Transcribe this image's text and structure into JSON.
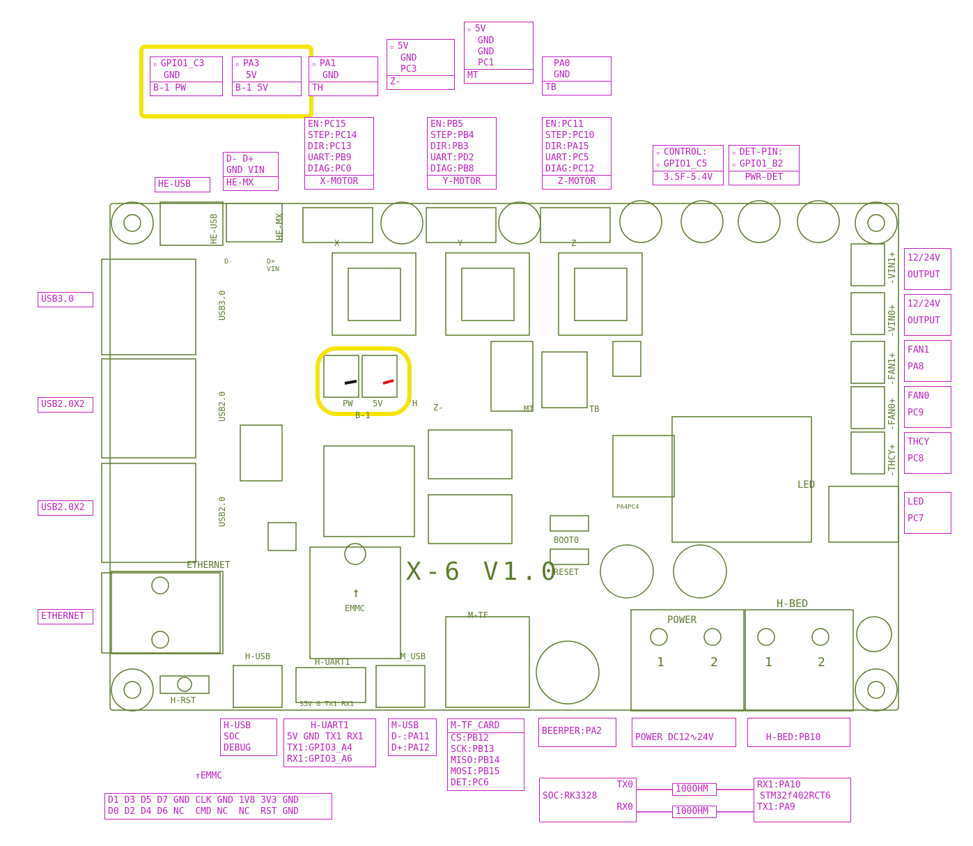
{
  "board": {
    "title": "X-6 V1.0",
    "silk": {
      "he_usb": "HE-USB",
      "he_mx": "HE-MX",
      "usb30": "USB3.0",
      "usb20": "USB2.0",
      "ethernet": "ETHERNET",
      "emmc": "EMMC",
      "m_tf": "M-TF",
      "h_usb": "H-USB",
      "h_uart1": "H-UART1",
      "m_usb": "M_USB",
      "h_rst": "H-RST",
      "boot0": "BOOT0",
      "reset": "RESET",
      "led": "LED",
      "power": "POWER",
      "h_bed": "H-BED",
      "mt": "MT",
      "tb": "TB",
      "pw": "PW",
      "v5": "5V",
      "b1": "B-1",
      "th": "H",
      "z": "Z-",
      "x": "X",
      "y": "Y",
      "zz": "Z",
      "pa4pc4": "PA4PC4",
      "uart_pins": "S5V G TX1 RX1",
      "t1": "1",
      "t2": "2",
      "plus": "+",
      "minus": "-",
      "vin1": "-VIN1+",
      "vin0": "-VIN0+",
      "fan1": "-FAN1+",
      "fan0": "-FAN0+",
      "thcy": "-THCY+",
      "he_d": "D-",
      "he_dp": "D+",
      "he_vin": "VIN",
      "emmc_arrow": "↑"
    }
  },
  "labels": {
    "b1pw": {
      "rows": [
        "GPIO1_C3",
        "GND"
      ],
      "cap": "B-1 PW"
    },
    "b15v": {
      "rows": [
        "PA3",
        "5V"
      ],
      "cap": "B-1 5V"
    },
    "th": {
      "rows": [
        "PA1",
        "GND"
      ],
      "cap": "TH"
    },
    "z": {
      "rows": [
        "5V",
        "GND",
        "PC3"
      ],
      "cap": "Z-"
    },
    "mt": {
      "rows": [
        "5V",
        "GND",
        "GND",
        "PC1"
      ],
      "cap": "MT"
    },
    "tb": {
      "rows": [
        "PA0",
        "GND"
      ],
      "cap": "TB"
    },
    "xmotor": {
      "rows": [
        "EN:PC15",
        "STEP:PC14",
        "DIR:PC13",
        "UART:PB9",
        "DIAG:PC0"
      ],
      "cap": "X-MOTOR"
    },
    "ymotor": {
      "rows": [
        "EN:PB5",
        "STEP:PB4",
        "DIR:PB3",
        "UART:PD2",
        "DIAG:PB8"
      ],
      "cap": "Y-MOTOR"
    },
    "zmotor": {
      "rows": [
        "EN:PC11",
        "STEP:PC10",
        "DIR:PA15",
        "UART:PC5",
        "DIAG:PC12"
      ],
      "cap": "Z-MOTOR"
    },
    "control": {
      "rows": [
        "CONTROL:",
        "GPIO1_C5"
      ],
      "cap": "3.5F-5.4V"
    },
    "pwrdet": {
      "rows": [
        "DET-PIN:",
        "GPIO1_B2"
      ],
      "cap": "PWR-DET"
    },
    "hemx": {
      "rows": [
        "D-  D+",
        "GND VIN"
      ],
      "cap": "HE-MX"
    },
    "heusb": "HE-USB",
    "usb30": "USB3.0",
    "usb20a": "USB2.0X2",
    "usb20b": "USB2.0X2",
    "ethernet": "ETHERNET",
    "out1": [
      "12/24V",
      "OUTPUT"
    ],
    "out2": [
      "12/24V",
      "OUTPUT"
    ],
    "fan1": [
      "FAN1",
      "PA8"
    ],
    "fan0": [
      "FAN0",
      "PC9"
    ],
    "thcy": [
      "THCY",
      "PC8"
    ],
    "led": [
      "LED",
      "PC7"
    ],
    "husb": [
      "H-USB",
      "SOC",
      "DEBUG"
    ],
    "huart1": [
      "H-UART1",
      "5V GND TX1 RX1",
      "TX1:GPIO3_A4",
      "RX1:GPIO3_A6"
    ],
    "musb": [
      "M-USB",
      "D-:PA11",
      "D+:PA12"
    ],
    "mtf_title": "M-TF_CARD",
    "mtf": [
      "CS:PB12",
      "SCK:PB13",
      "MISO:PB14",
      "MOSI:PB15",
      "DET:PC6"
    ],
    "beeper": "BEERPER:PA2",
    "power": "POWER DC12∿24V",
    "hbed": "H-BED:PB10",
    "emmc_title": "EMMC",
    "emmc_row1": "D1 D3 D5 D7 GND CLK GND 1V8 3V3 GND",
    "emmc_row2": "D0 D2 D4 D6 NC  CMD NC  NC  RST GND",
    "soc": "SOC:RK3328",
    "tx0": "TX0",
    "rx0": "RX0",
    "ohm1": "100OHM",
    "ohm2": "100OHM",
    "mcu": [
      "RX1:PA10",
      "STM32f402RCT6",
      "TX1:PA9"
    ]
  },
  "colors": {
    "silk": "#5a7a2a",
    "label": "#c01fc0",
    "highlight": "#f5e400",
    "wire_black": "#111111",
    "wire_red": "#e01010"
  }
}
